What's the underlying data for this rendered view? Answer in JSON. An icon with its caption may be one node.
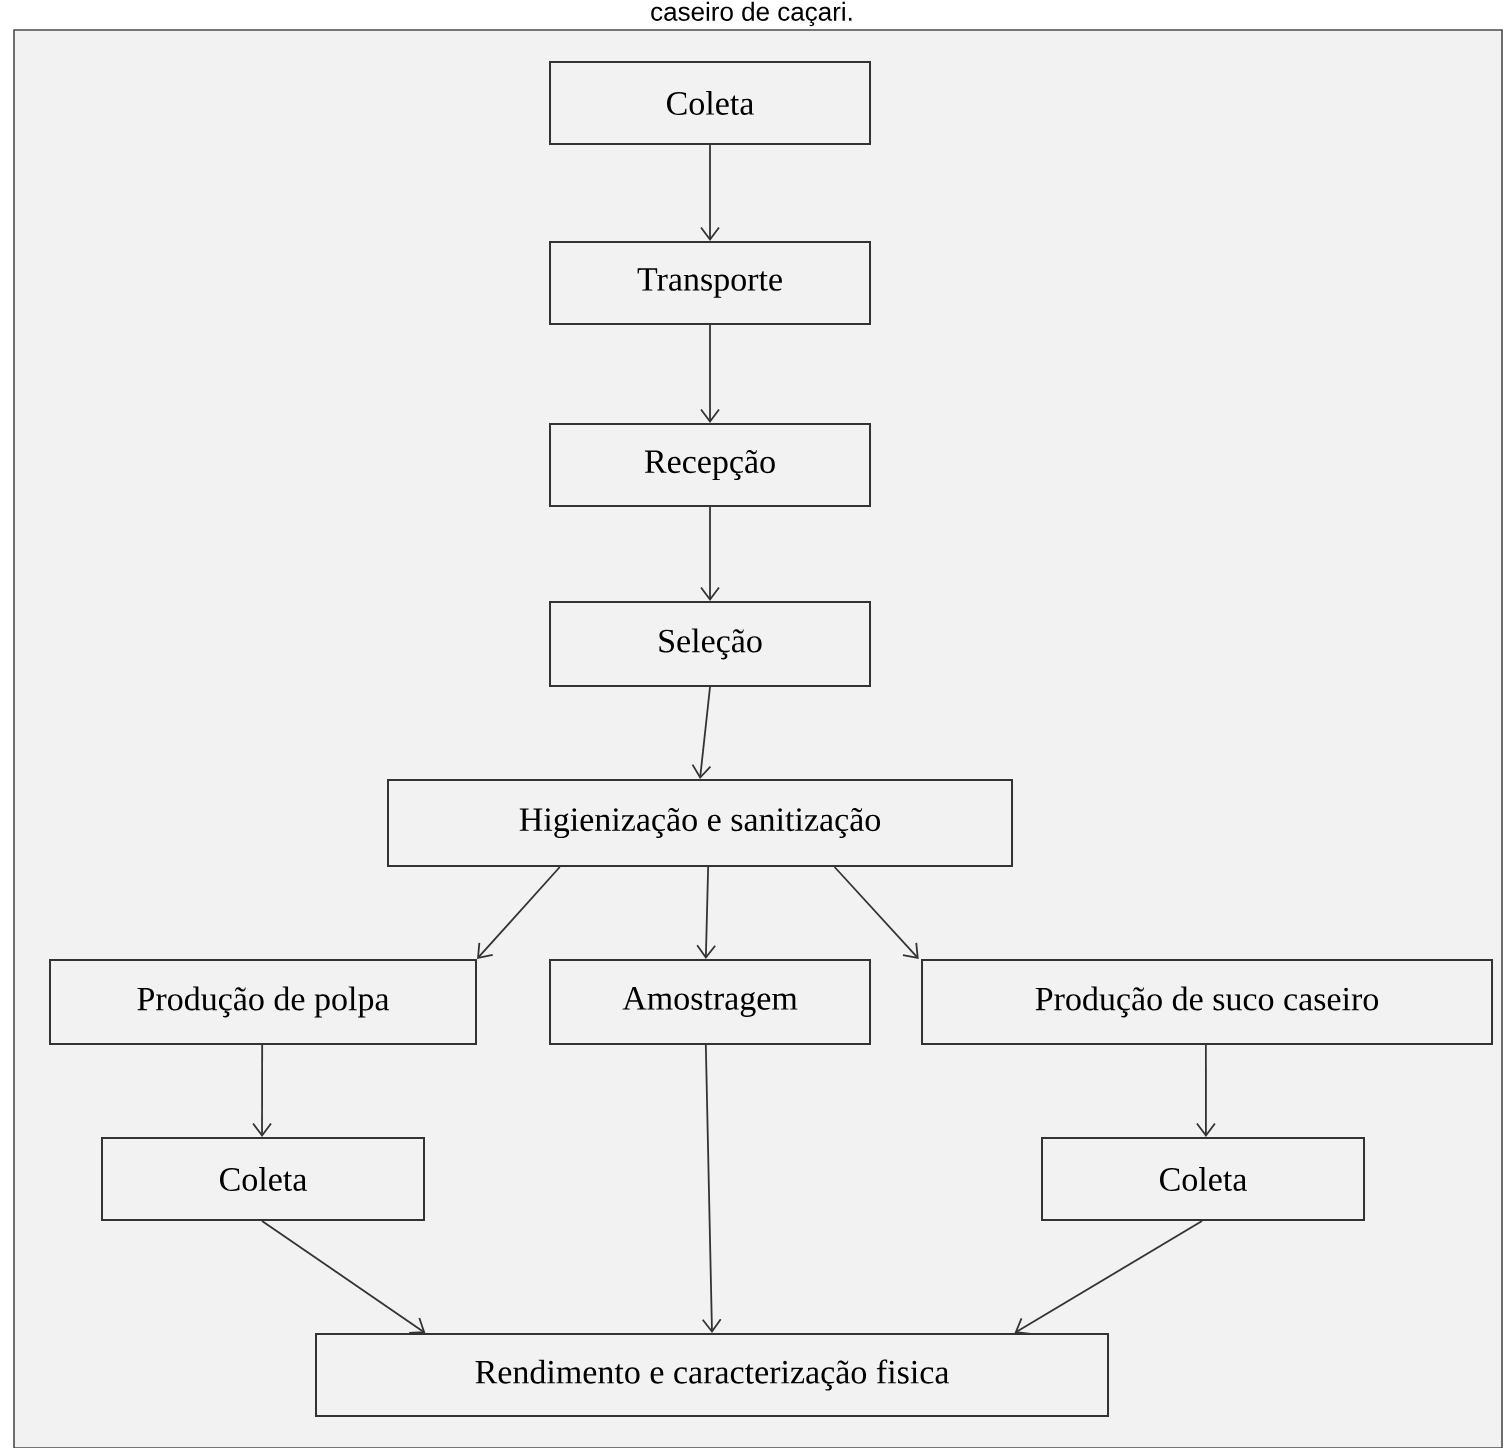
{
  "diagram": {
    "caption": "caseiro de caçari.",
    "nodes": [
      {
        "text": [
          "Coleta"
        ]
      },
      {
        "text": [
          "Transporte"
        ]
      },
      {
        "text": [
          "Recepção"
        ]
      },
      {
        "text": [
          "Seleção"
        ]
      },
      {
        "text": [
          "Higienização e sanitização"
        ]
      },
      {
        "text": [
          "Produção de polpa"
        ]
      },
      {
        "text": [
          "Amostragem"
        ]
      },
      {
        "text": [
          "Produção de suco caseiro"
        ]
      },
      {
        "text": [
          "Coleta"
        ]
      },
      {
        "text": [
          "Coleta"
        ]
      },
      {
        "text": [
          "Rendimento e caracterização fisica"
        ]
      }
    ],
    "edges": [
      {
        "from": 0,
        "to": 1,
        "arrow": "to"
      },
      {
        "from": 1,
        "to": 2,
        "arrow": "to"
      },
      {
        "from": 2,
        "to": 3,
        "arrow": "to"
      },
      {
        "from": 3,
        "to": 4,
        "arrow": "to"
      },
      {
        "from": 4,
        "to": 5,
        "arrow": "to"
      },
      {
        "from": 4,
        "to": 6,
        "arrow": "to"
      },
      {
        "from": 4,
        "to": 7,
        "arrow": "to"
      },
      {
        "from": 5,
        "to": 8,
        "arrow": "to"
      },
      {
        "from": 7,
        "to": 9,
        "arrow": "to"
      },
      {
        "from": 8,
        "to": 10,
        "arrow": "to"
      },
      {
        "from": 6,
        "to": 10,
        "arrow": "to"
      },
      {
        "from": 9,
        "to": 10,
        "arrow": "to"
      }
    ]
  }
}
